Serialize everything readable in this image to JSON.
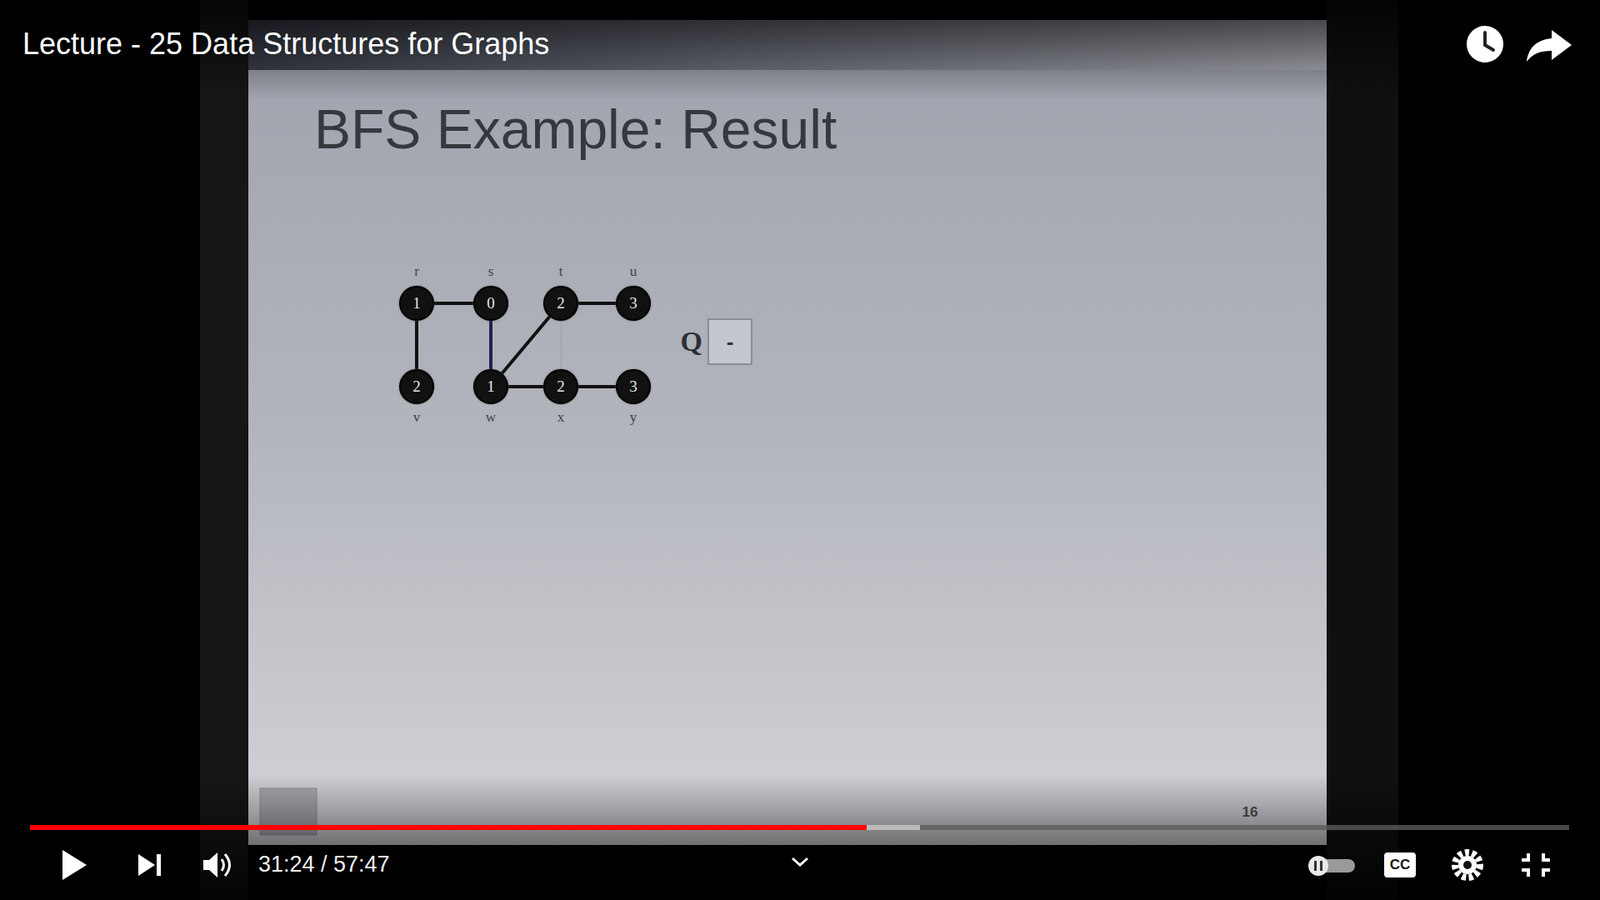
{
  "diagram": {
    "title": "BFS Example: Result",
    "nodes": [
      {
        "text": [
          "r",
          "1"
        ]
      },
      {
        "text": [
          "s",
          "0"
        ]
      },
      {
        "text": [
          "t",
          "2"
        ]
      },
      {
        "text": [
          "u",
          "3"
        ]
      },
      {
        "text": [
          "v",
          "2"
        ]
      },
      {
        "text": [
          "w",
          "1"
        ]
      },
      {
        "text": [
          "x",
          "2"
        ]
      },
      {
        "text": [
          "y",
          "3"
        ]
      },
      {
        "text": [
          "Q",
          "-"
        ]
      }
    ],
    "edges": [
      {
        "from": 0,
        "to": 1,
        "arrow": "none"
      },
      {
        "from": 0,
        "to": 4,
        "arrow": "none"
      },
      {
        "from": 1,
        "to": 5,
        "arrow": "none"
      },
      {
        "from": 5,
        "to": 2,
        "arrow": "none"
      },
      {
        "from": 5,
        "to": 6,
        "arrow": "none"
      },
      {
        "from": 2,
        "to": 3,
        "arrow": "none"
      },
      {
        "from": 6,
        "to": 7,
        "arrow": "none"
      },
      {
        "from": 2,
        "to": 6,
        "arrow": "none"
      }
    ],
    "labels": [
      "Lecture - 25 Data Structures for Graphs",
      "31:24 / 57:47",
      "16",
      "CC"
    ]
  }
}
